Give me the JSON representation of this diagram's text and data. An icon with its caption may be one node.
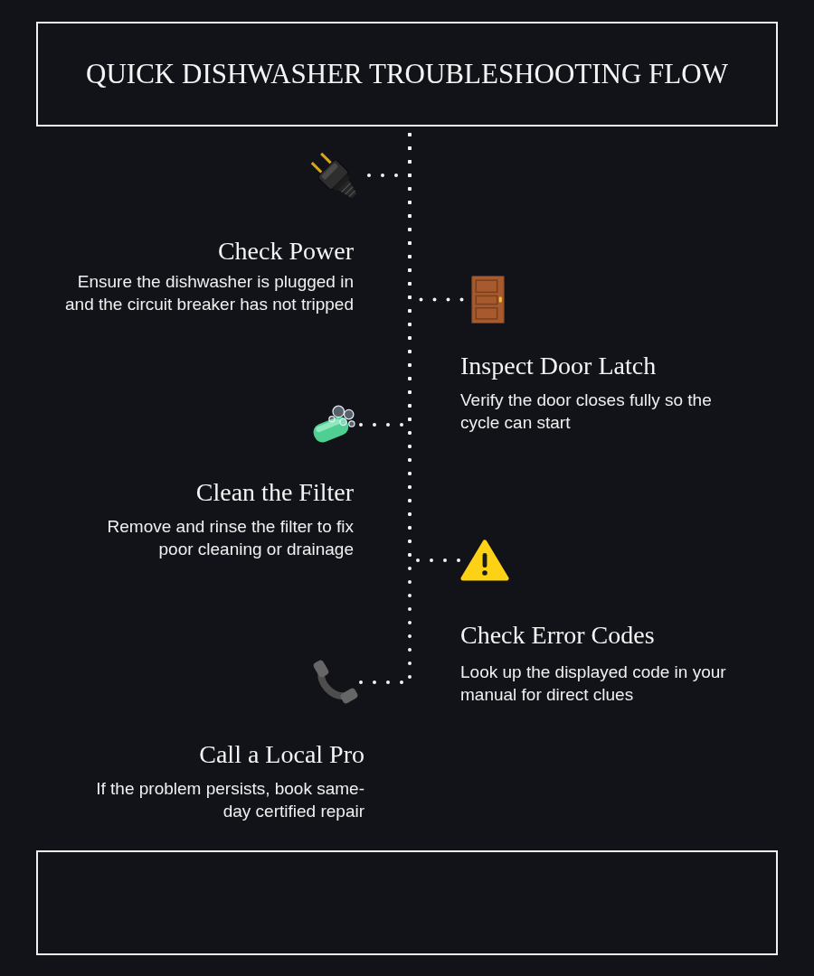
{
  "diagram": {
    "nodes": [
      {
        "text": [
          "QUICK DISHWASHER TROUBLESHOOTING FLOW"
        ]
      },
      {
        "text": [],
        "shape": "picture",
        "beside": [
          "Check Power",
          "Ensure the dishwasher is plugged in and the circuit breaker has not tripped"
        ]
      },
      {
        "text": [],
        "shape": "picture",
        "beside": [
          "Inspect Door Latch",
          "Verify the door closes fully so the cycle can start"
        ]
      },
      {
        "text": [],
        "shape": "picture",
        "beside": [
          "Clean the Filter",
          "Remove and rinse the filter to fix poor cleaning or drainage"
        ]
      },
      {
        "text": [],
        "shape": "picture",
        "beside": [
          "Check Error Codes",
          "Look up the displayed code in your manual for direct clues"
        ]
      },
      {
        "text": [],
        "shape": "picture",
        "beside": [
          "Call a Local Pro",
          "If the problem persists, book same-day certified repair"
        ]
      },
      {
        "text": [],
        "shape": "box"
      }
    ],
    "edges": [
      {
        "from": 0,
        "to": 1,
        "arrow": "none",
        "style": "dashed"
      },
      {
        "from": 0,
        "to": 2,
        "arrow": "none",
        "style": "dashed"
      },
      {
        "from": 0,
        "to": 3,
        "arrow": "none",
        "style": "dashed"
      },
      {
        "from": 0,
        "to": 4,
        "arrow": "none",
        "style": "dashed"
      },
      {
        "from": 0,
        "to": 5,
        "arrow": "none",
        "style": "dashed"
      }
    ]
  }
}
